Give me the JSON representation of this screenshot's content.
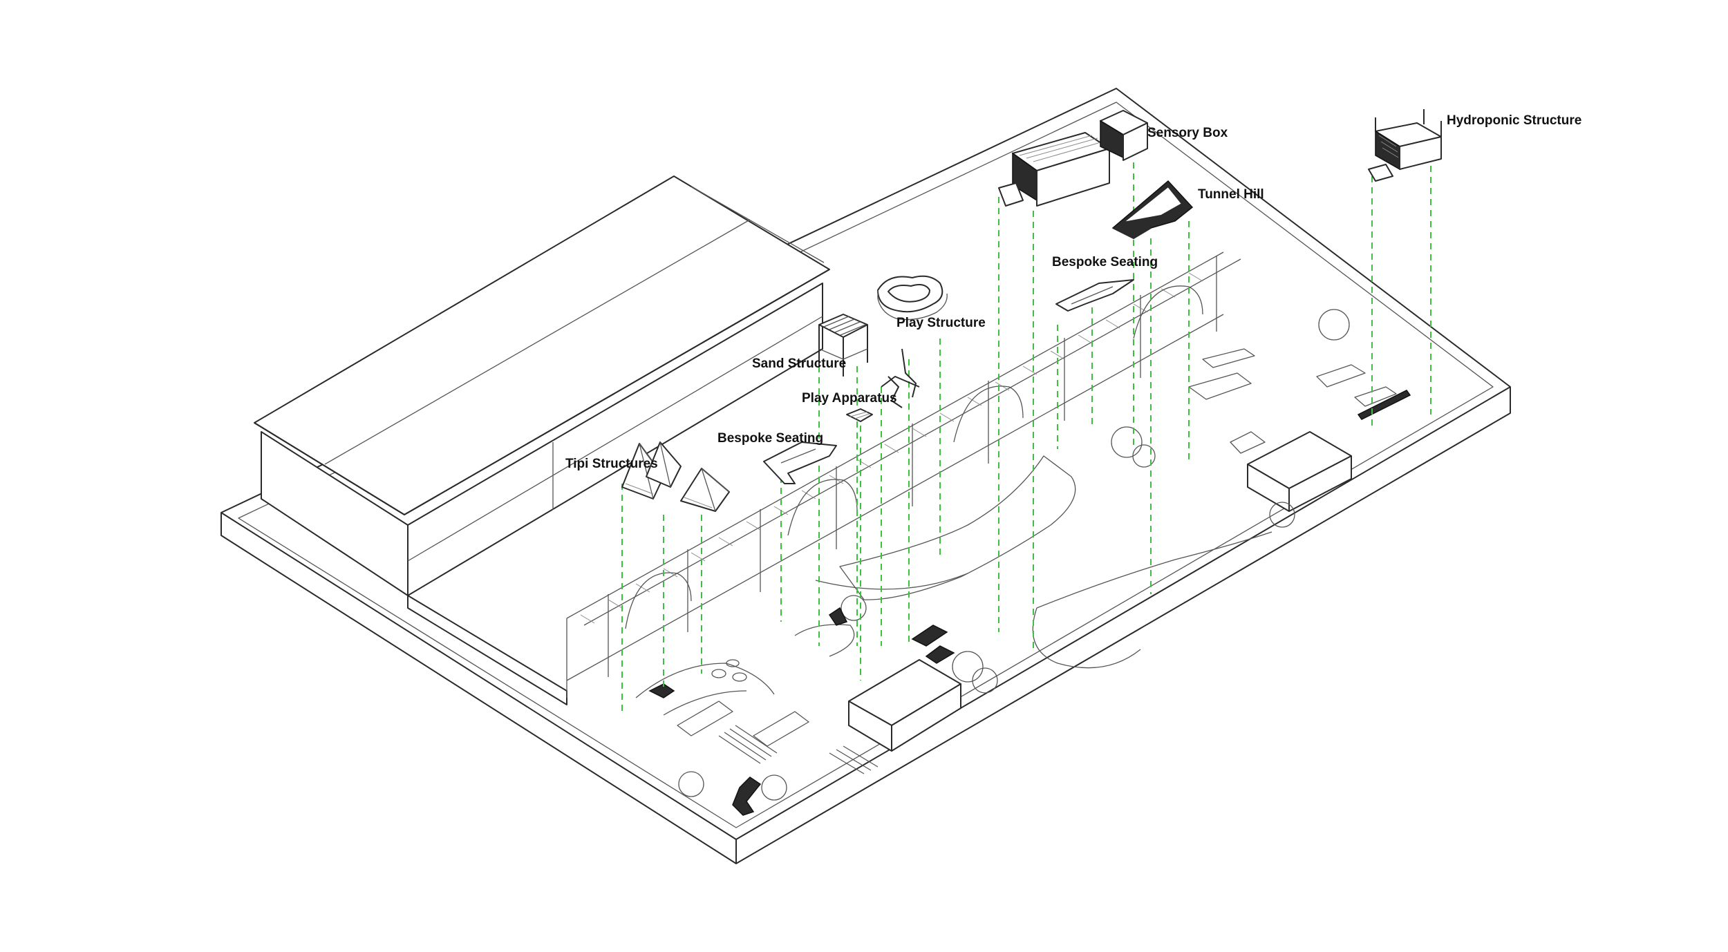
{
  "diagram": {
    "labels": {
      "sensory_box": "Sensory Box",
      "hydroponic_structure": "Hydroponic Structure",
      "tunnel_hill": "Tunnel Hill",
      "bespoke_seating_upper": "Bespoke Seating",
      "play_structure": "Play Structure",
      "sand_structure": "Sand Structure",
      "play_apparatus": "Play Apparatus",
      "bespoke_seating_lower": "Bespoke Seating",
      "tipi_structures": "Tipi Structures"
    },
    "colors": {
      "linework": "#2a2a2a",
      "leader_lines": "#3fbf3f",
      "solid_fill": "#2b2b2b",
      "background": "#ffffff"
    }
  }
}
